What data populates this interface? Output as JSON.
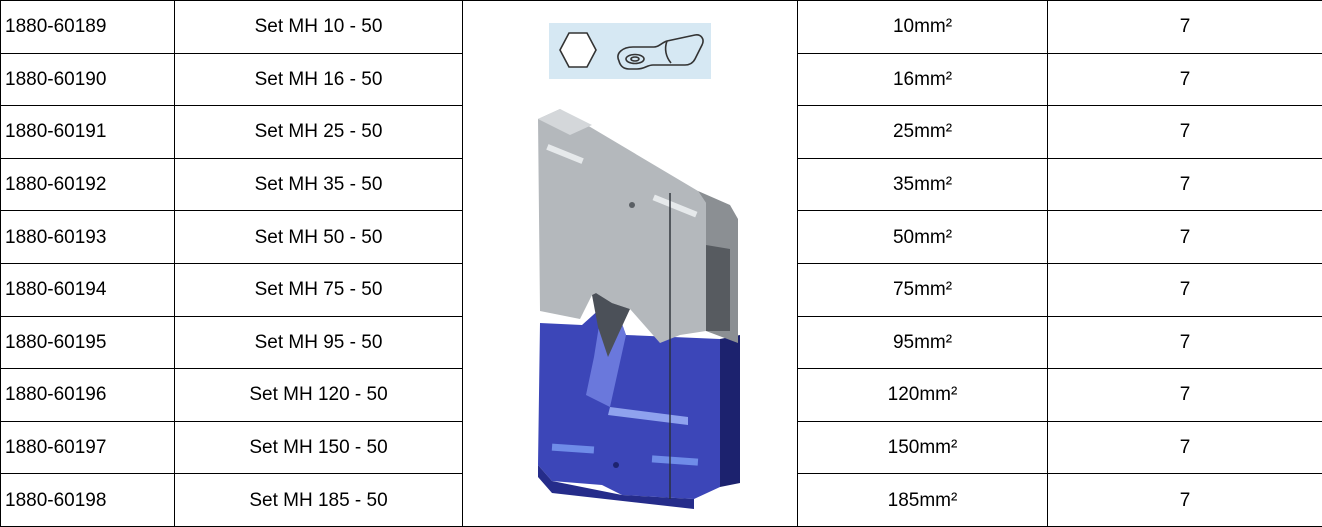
{
  "icons": {
    "symbols": "hexagon-crimp-cable-lug-icon",
    "product": "hexagonal-crimp-die-set-image"
  },
  "colors": {
    "die_upper": "#b4b8bc",
    "die_lower": "#3c46b8",
    "symbol_bg": "#d6e8f3"
  },
  "rows": [
    {
      "code": "1880-60189",
      "description": "Set MH 10 - 50",
      "size": "10mm²",
      "qty": "7"
    },
    {
      "code": "1880-60190",
      "description": "Set MH 16 - 50",
      "size": "16mm²",
      "qty": "7"
    },
    {
      "code": "1880-60191",
      "description": "Set MH 25 - 50",
      "size": "25mm²",
      "qty": "7"
    },
    {
      "code": "1880-60192",
      "description": "Set MH 35 - 50",
      "size": "35mm²",
      "qty": "7"
    },
    {
      "code": "1880-60193",
      "description": "Set MH 50 - 50",
      "size": "50mm²",
      "qty": "7"
    },
    {
      "code": "1880-60194",
      "description": "Set MH 75 - 50",
      "size": "75mm²",
      "qty": "7"
    },
    {
      "code": "1880-60195",
      "description": "Set MH 95 - 50",
      "size": "95mm²",
      "qty": "7"
    },
    {
      "code": "1880-60196",
      "description": "Set MH 120 - 50",
      "size": "120mm²",
      "qty": "7"
    },
    {
      "code": "1880-60197",
      "description": "Set MH 150 - 50",
      "size": "150mm²",
      "qty": "7"
    },
    {
      "code": "1880-60198",
      "description": "Set MH 185 - 50",
      "size": "185mm²",
      "qty": "7"
    }
  ]
}
